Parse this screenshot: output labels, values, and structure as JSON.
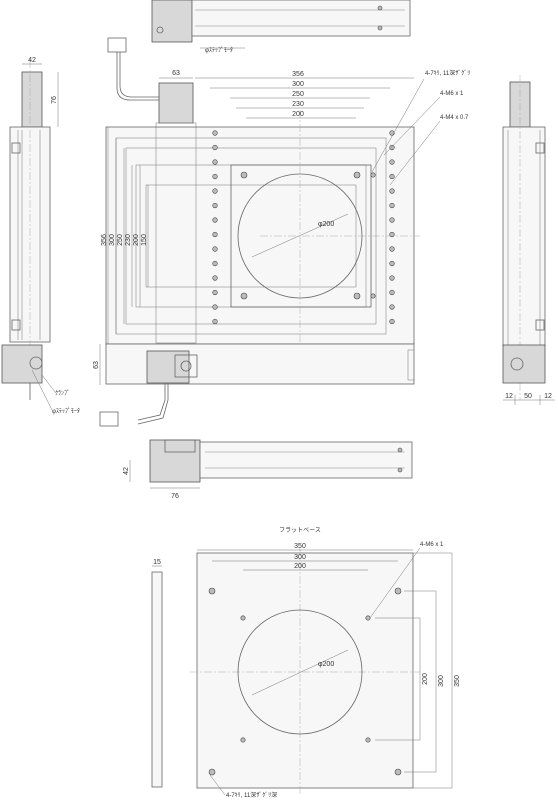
{
  "top_view": {
    "dims_horizontal": [
      "356",
      "300",
      "250",
      "230",
      "200"
    ],
    "dims_vertical": [
      "356",
      "300",
      "250",
      "230",
      "200",
      "150"
    ],
    "motor_width": "63",
    "motor_offset": "63",
    "circle_label": "φ200",
    "callouts": [
      "4-7ｷﾘ, 11深ｻﾞｸﾞﾘ",
      "4-M6 x 1",
      "4-M4 x 0.7"
    ],
    "stepper_label": "φｽﾃｯﾌﾟﾓｰﾀ"
  },
  "left_view": {
    "width_dim": "42",
    "height_dim": "76",
    "clamp_label": "ｸﾗﾝﾌﾟ",
    "stepper_label": "φｽﾃｯﾌﾟﾓｰﾀ"
  },
  "right_view": {
    "dims": [
      "12",
      "50",
      "12"
    ]
  },
  "bottom_view": {
    "height_dim": "42",
    "width_dim": "76"
  },
  "flat_base": {
    "title": "フラットベース",
    "thickness_dim": "15",
    "dims_horizontal": [
      "350",
      "300",
      "200"
    ],
    "dims_vertical": [
      "200",
      "300",
      "350"
    ],
    "circle_label": "φ200",
    "callout_top": "4-M6 x 1",
    "callout_bottom": "4-7ｷﾘ, 11深ｻﾞｸﾞﾘ深"
  }
}
